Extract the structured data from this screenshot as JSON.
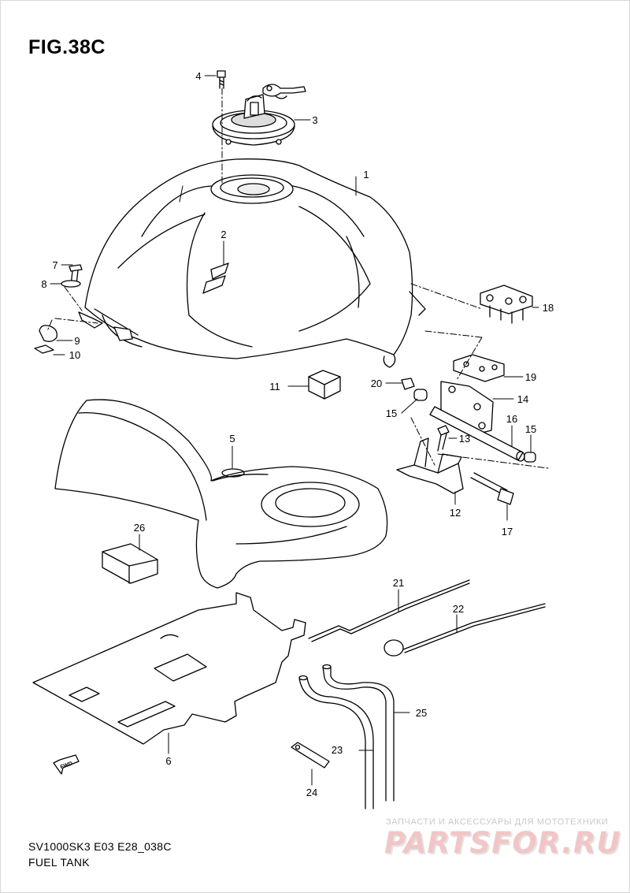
{
  "figure": {
    "title": "FIG.38C"
  },
  "footer": {
    "model_code": "SV1000SK3 E03 E28_038C",
    "section_name": "FUEL TANK"
  },
  "watermark": {
    "tagline": "ЗАПЧАСТИ И АКСЕССУАРЫ ДЛЯ МОТОТЕХНИКИ",
    "brand": "PARTSFOR.RU"
  },
  "direction_badge": "FWD",
  "parts": [
    {
      "number": "1"
    },
    {
      "number": "2"
    },
    {
      "number": "3"
    },
    {
      "number": "4"
    },
    {
      "number": "5"
    },
    {
      "number": "6"
    },
    {
      "number": "7"
    },
    {
      "number": "8"
    },
    {
      "number": "9"
    },
    {
      "number": "10"
    },
    {
      "number": "11"
    },
    {
      "number": "12"
    },
    {
      "number": "13"
    },
    {
      "number": "14"
    },
    {
      "number": "15"
    },
    {
      "number": "15"
    },
    {
      "number": "16"
    },
    {
      "number": "17"
    },
    {
      "number": "18"
    },
    {
      "number": "19"
    },
    {
      "number": "20"
    },
    {
      "number": "21"
    },
    {
      "number": "22"
    },
    {
      "number": "23"
    },
    {
      "number": "24"
    },
    {
      "number": "25"
    },
    {
      "number": "26"
    }
  ]
}
